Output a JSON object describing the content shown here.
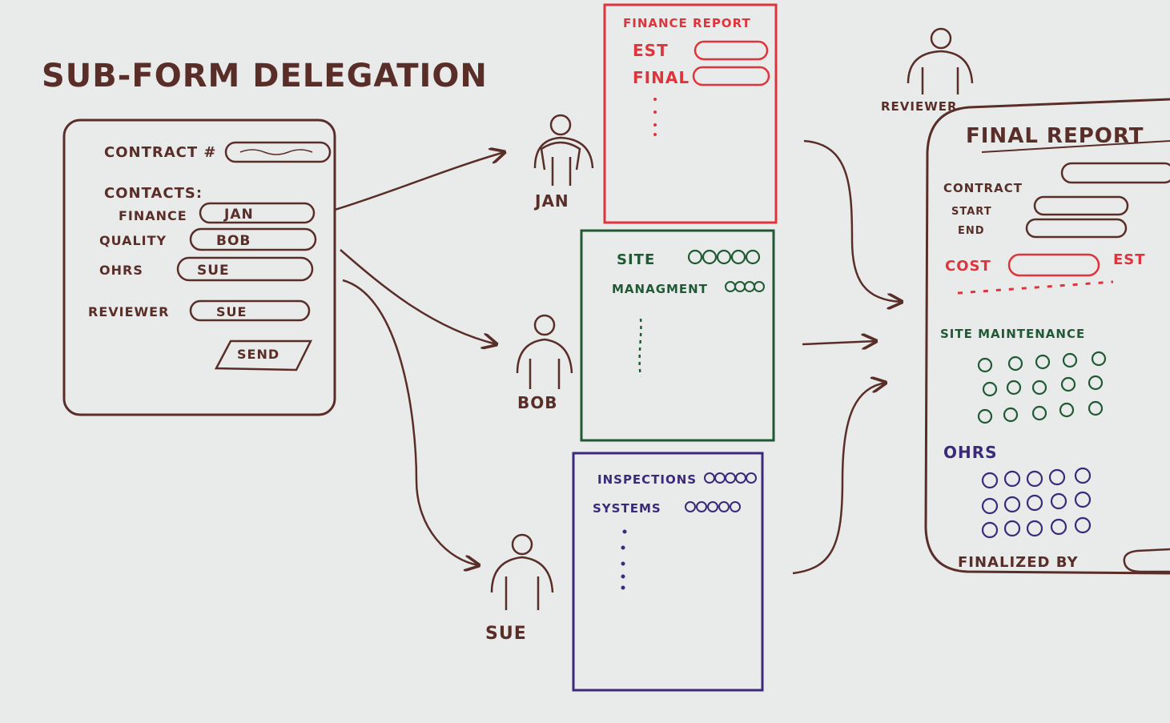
{
  "title": "SUB-FORM DELEGATION",
  "colors": {
    "brown": "#5a2e28",
    "red": "#e0343c",
    "green": "#1f5a34",
    "purple": "#3b2a7a",
    "board": "#e9ebea"
  },
  "main_form": {
    "contract_label": "CONTRACT #",
    "contacts_heading": "CONTACTS:",
    "contacts": [
      {
        "label": "FINANCE",
        "value": "JAN"
      },
      {
        "label": "QUALITY",
        "value": "BOB"
      },
      {
        "label": "OHRS",
        "value": "SUE"
      }
    ],
    "reviewer_label": "REVIEWER",
    "reviewer_value": "SUE",
    "send_label": "SEND"
  },
  "people": [
    {
      "name": "JAN"
    },
    {
      "name": "BOB"
    },
    {
      "name": "SUE"
    },
    {
      "name": "REVIEWER"
    }
  ],
  "sub_forms": {
    "finance": {
      "title": "FINANCE REPORT",
      "fields": [
        "EST",
        "FINAL"
      ]
    },
    "quality": {
      "fields": [
        "SITE",
        "MANAGMENT"
      ]
    },
    "ohrs": {
      "fields": [
        "INSPECTIONS",
        "SYSTEMS"
      ]
    }
  },
  "final_report": {
    "title": "FINAL REPORT",
    "contract_label": "CONTRACT",
    "start_label": "START",
    "end_label": "END",
    "cost_label": "COST",
    "est_label": "EST",
    "site_heading": "SITE MAINTENANCE",
    "ohrs_heading": "OHRS",
    "finalized_label": "FINALIZED BY"
  }
}
